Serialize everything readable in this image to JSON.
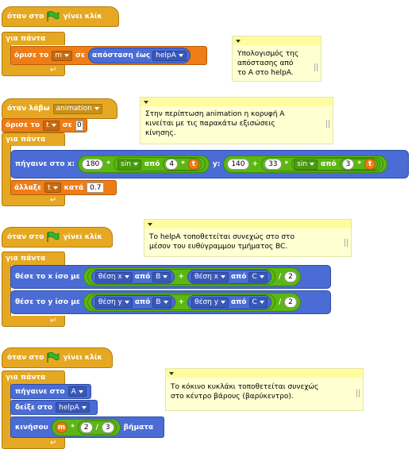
{
  "script1": {
    "hat_prefix": "όταν στο",
    "hat_suffix": "γίνει κλίκ",
    "forever": "για πάντα",
    "set_prefix": "όρισε το",
    "set_var": "m",
    "set_mid": "σε",
    "distance_label": "απόσταση έως",
    "distance_target": "helpA",
    "comment": "Υπολογισμός της\nαπόστασης από\nτο Α στο helpA."
  },
  "script2": {
    "hat_prefix": "όταν λάβω",
    "message": "animation",
    "set_prefix": "όρισε το",
    "set_var": "t",
    "set_mid": "σε",
    "set_value": "0",
    "forever": "για πάντα",
    "glide_x_label": "πήγαινε στο x:",
    "x_const": "180",
    "times": "*",
    "plus": "+",
    "fn": "sin",
    "of": "από",
    "x_mult": "4",
    "t_var": "t",
    "y_label": "y:",
    "y_const": "140",
    "y_coef": "33",
    "y_mult": "3",
    "change_prefix": "άλλαξε",
    "change_var": "t",
    "change_mid": "κατά",
    "change_value": "0.7",
    "comment": "Στην περίπτωση animation η κορυφή Α\nκινείται με τις παρακάτω εξισώσεις\nκίνησης."
  },
  "script3": {
    "hat_prefix": "όταν στο",
    "hat_suffix": "γίνει κλίκ",
    "forever": "για πάντα",
    "setx_label": "θέσε το x ίσο με",
    "sety_label": "θέσε το y ίσο με",
    "pos_x": "θέση x",
    "pos_y": "θέση y",
    "of": "από",
    "sprite_b": "B",
    "sprite_c": "C",
    "plus": "+",
    "div": "/",
    "divisor": "2",
    "comment": "Το helpA τοποθετείται συνεχώς στο στο\nμέσον του ευθύγραμμου τμήματος BC."
  },
  "script4": {
    "hat_prefix": "όταν στο",
    "hat_suffix": "γίνει κλίκ",
    "forever": "για πάντα",
    "goto_label": "πήγαινε στο",
    "goto_target": "A",
    "point_label": "δείξε στο",
    "point_target": "helpA",
    "move_label": "κινήσου",
    "m_var": "m",
    "times": "*",
    "num": "2",
    "div": "/",
    "den": "3",
    "steps": "βήματα",
    "comment": "Το κόκινο κυκλάκι τοποθετείται συνεχώς\nστο κέντρο βάρους (βαρύκεντρο)."
  },
  "colors": {
    "control": "#e6a822",
    "variables": "#ee7d16",
    "motion": "#4a6cd4",
    "operators": "#5cb712",
    "comment": "#ffffd2"
  }
}
